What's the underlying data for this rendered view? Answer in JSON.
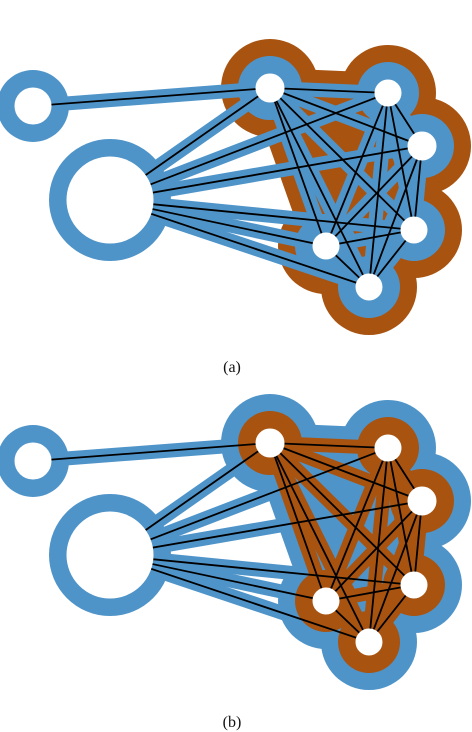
{
  "colors": {
    "blue": "#4f94c9",
    "orange": "#a85310",
    "edge": "#000000",
    "node_fill": "#ffffff"
  },
  "panels": [
    {
      "id": "a",
      "caption": "(a)",
      "nodes": [
        {
          "id": "n1",
          "label": "",
          "ring": "blue"
        },
        {
          "id": "n2",
          "label": "",
          "ring": "blue"
        },
        {
          "id": "n3",
          "label": "",
          "ring": "blue",
          "outer": "orange"
        },
        {
          "id": "n4",
          "label": "",
          "ring": "blue",
          "outer": "orange"
        },
        {
          "id": "n5",
          "label": "",
          "ring": "blue",
          "outer": "orange"
        },
        {
          "id": "n6",
          "label": "",
          "ring": "blue",
          "outer": "orange"
        },
        {
          "id": "n7",
          "label": "",
          "ring": "blue",
          "outer": "orange"
        },
        {
          "id": "n8",
          "label": "",
          "ring": "blue",
          "outer": "orange"
        }
      ]
    },
    {
      "id": "b",
      "caption": "(b)",
      "nodes": [
        {
          "id": "n1",
          "label": "",
          "ring": "blue"
        },
        {
          "id": "n2",
          "label": "",
          "ring": "blue"
        },
        {
          "id": "n3",
          "label": "",
          "ring": "orange",
          "outer": "blue"
        },
        {
          "id": "n4",
          "label": "",
          "ring": "orange",
          "outer": "blue"
        },
        {
          "id": "n5",
          "label": "",
          "ring": "orange",
          "outer": "blue"
        },
        {
          "id": "n6",
          "label": "",
          "ring": "orange",
          "outer": "blue"
        },
        {
          "id": "n7",
          "label": "",
          "ring": "orange",
          "outer": "blue"
        },
        {
          "id": "n8",
          "label": "",
          "ring": "orange",
          "outer": "blue"
        }
      ]
    }
  ],
  "edges": [
    [
      "n1",
      "n3"
    ],
    [
      "n2",
      "n3"
    ],
    [
      "n2",
      "n4"
    ],
    [
      "n2",
      "n5"
    ],
    [
      "n2",
      "n6"
    ],
    [
      "n2",
      "n7"
    ],
    [
      "n2",
      "n8"
    ],
    [
      "n3",
      "n4"
    ],
    [
      "n3",
      "n5"
    ],
    [
      "n3",
      "n6"
    ],
    [
      "n3",
      "n7"
    ],
    [
      "n3",
      "n8"
    ],
    [
      "n4",
      "n5"
    ],
    [
      "n4",
      "n6"
    ],
    [
      "n4",
      "n7"
    ],
    [
      "n4",
      "n8"
    ],
    [
      "n5",
      "n6"
    ],
    [
      "n5",
      "n7"
    ],
    [
      "n5",
      "n8"
    ],
    [
      "n6",
      "n7"
    ],
    [
      "n6",
      "n8"
    ],
    [
      "n7",
      "n8"
    ]
  ]
}
